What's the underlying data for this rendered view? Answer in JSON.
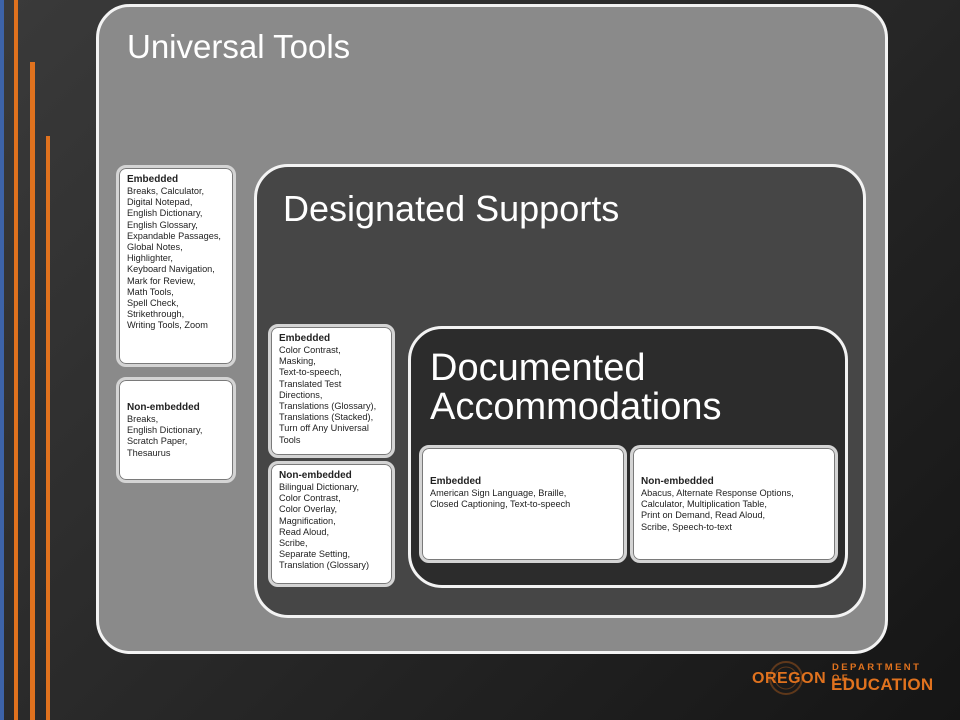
{
  "universal_tools": {
    "title": "Universal Tools",
    "embedded": {
      "title": "Embedded",
      "items": "Breaks, Calculator,\nDigital Notepad,\nEnglish Dictionary,\nEnglish Glossary,\nExpandable Passages,\nGlobal Notes,\nHighlighter,\nKeyboard Navigation,\nMark for Review,\nMath Tools,\nSpell Check,\nStrikethrough,\nWriting Tools, Zoom"
    },
    "non_embedded": {
      "title": "Non-embedded",
      "items": "Breaks,\nEnglish Dictionary,\nScratch Paper,\nThesaurus"
    }
  },
  "designated_supports": {
    "title": "Designated Supports",
    "embedded": {
      "title": "Embedded",
      "items": "Color Contrast,\nMasking,\nText-to-speech,\nTranslated Test\nDirections,\nTranslations (Glossary),\nTranslations (Stacked),\nTurn off Any Universal\nTools"
    },
    "non_embedded": {
      "title": "Non-embedded",
      "items": "Bilingual Dictionary,\nColor Contrast,\nColor Overlay,\nMagnification,\nRead Aloud,\nScribe,\nSeparate Setting,\nTranslation (Glossary)"
    }
  },
  "documented_accommodations": {
    "title": "Documented\nAccommodations",
    "embedded": {
      "title": "Embedded",
      "items": "American Sign Language, Braille,\nClosed Captioning, Text-to-speech"
    },
    "non_embedded": {
      "title": "Non-embedded",
      "items": "Abacus, Alternate Response Options,\nCalculator, Multiplication Table,\nPrint on Demand, Read Aloud,\nScribe, Speech-to-text"
    }
  },
  "logo": {
    "oregon": "OREGON",
    "department": "DEPARTMENT OF",
    "education": "EDUCATION"
  },
  "colors": {
    "accent_orange": "#e0721e",
    "accent_blue": "#3d63a8",
    "universal_tools_fill": "#8a8a8a",
    "designated_supports_fill": "#464646",
    "documented_accommodations_fill": "#2c2c2c"
  }
}
